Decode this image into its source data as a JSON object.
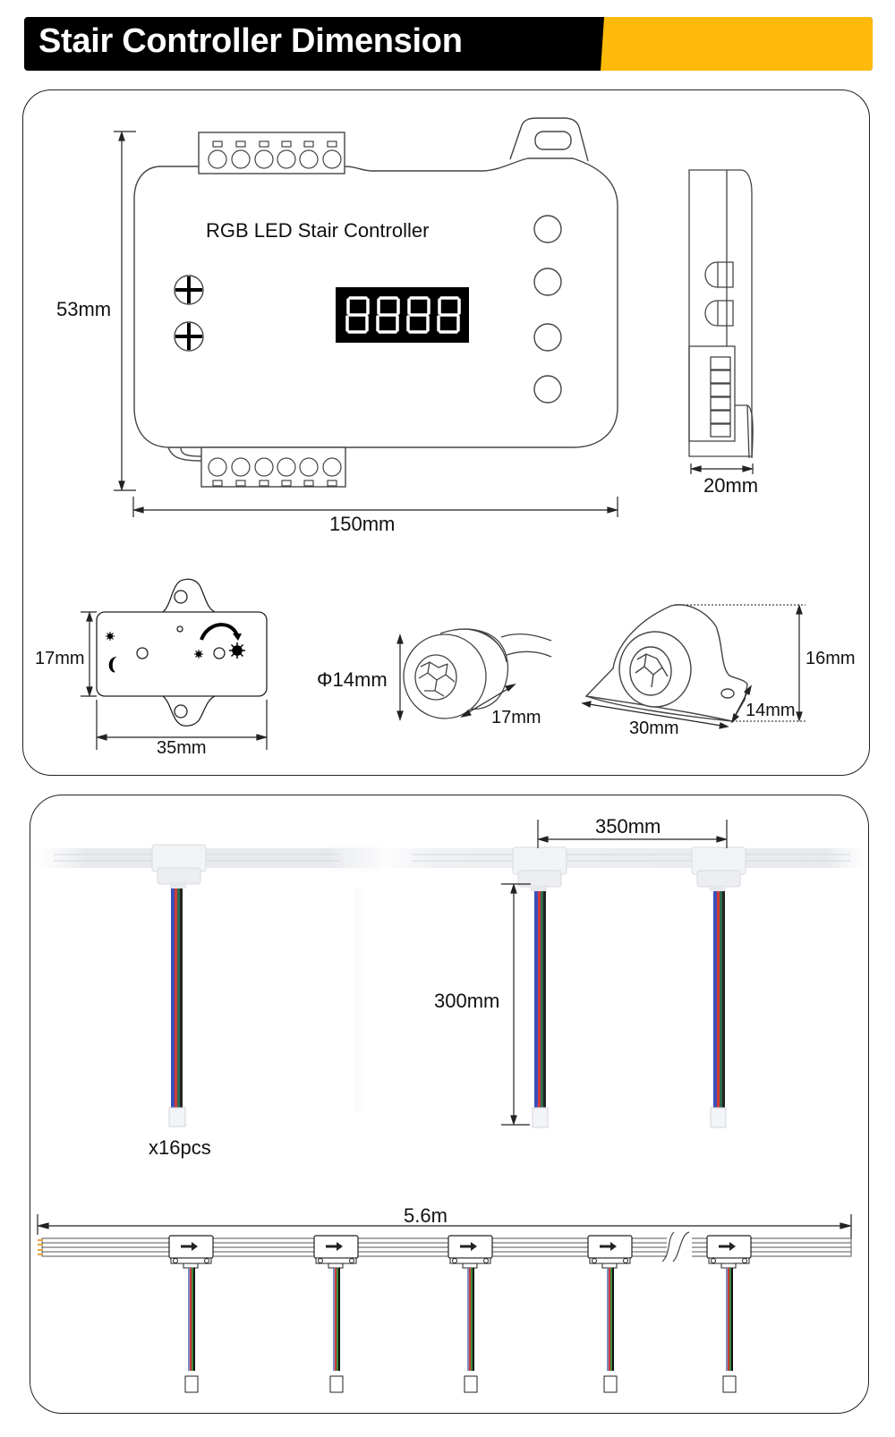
{
  "header": {
    "title": "Stair Controller Dimension",
    "colors": {
      "left": "#000000",
      "right": "#FDBA0A",
      "text": "#FFFFFF"
    }
  },
  "controller": {
    "label": "RGB LED Stair Controller",
    "display_digits": "8888",
    "buttons_count": 4,
    "terminal_pins_top": 6,
    "terminal_pins_bottom": 6,
    "dim_height": "53mm",
    "dim_width": "150mm",
    "side_dim_depth": "20mm"
  },
  "light_sensor_box": {
    "dim_height": "17mm",
    "dim_width": "35mm",
    "icons": [
      "sun-small-icon",
      "moon-icon",
      "sun-small-icon",
      "sun-large-icon",
      "rotate-arrow-icon"
    ]
  },
  "round_sensor": {
    "dim_diameter": "Φ14mm",
    "dim_length": "17mm"
  },
  "surface_sensor": {
    "dim_height": "16mm",
    "dim_depth": "14mm",
    "dim_width": "30mm"
  },
  "strip_connectors": {
    "dim_spacing": "350mm",
    "dim_cable_length": "300mm",
    "quantity": "x16pcs",
    "wire_colors": [
      "#3B4FB8",
      "#D23A3A",
      "#2F6B4F",
      "#222222"
    ]
  },
  "strip_layout": {
    "dim_total_length": "5.6m",
    "connector_count": 5
  }
}
